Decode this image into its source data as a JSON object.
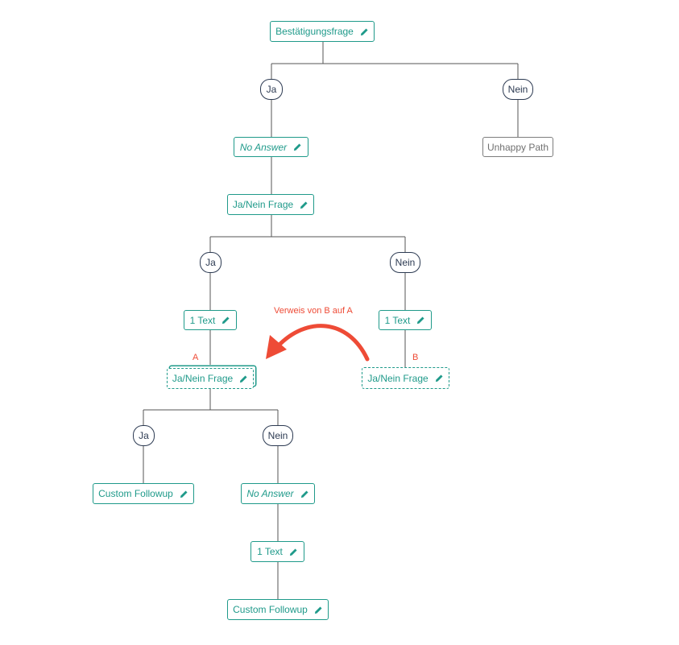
{
  "nodes": {
    "root": "Bestätigungsfrage",
    "no_answer_1": "No Answer",
    "unhappy": "Unhappy Path",
    "jn_frage_1": "Ja/Nein Frage",
    "text_left": "1 Text",
    "text_right": "1 Text",
    "jn_frage_a": "Ja/Nein Frage",
    "jn_frage_b": "Ja/Nein Frage",
    "custom_left": "Custom Followup",
    "no_answer_2": "No Answer",
    "text_bottom": "1 Text",
    "custom_bottom": "Custom Followup"
  },
  "branches": {
    "ja_1": "Ja",
    "nein_1": "Nein",
    "ja_2": "Ja",
    "nein_2": "Nein",
    "ja_3": "Ja",
    "nein_3": "Nein"
  },
  "labels": {
    "a": "A",
    "b": "B",
    "annotation": "Verweis von B auf A"
  },
  "colors": {
    "teal": "#1f9a8a",
    "navy": "#2c3a52",
    "line": "#555555",
    "gray": "#7d7d7d",
    "red": "#ee4b36"
  },
  "icons": {
    "edit": "pencil-icon"
  }
}
